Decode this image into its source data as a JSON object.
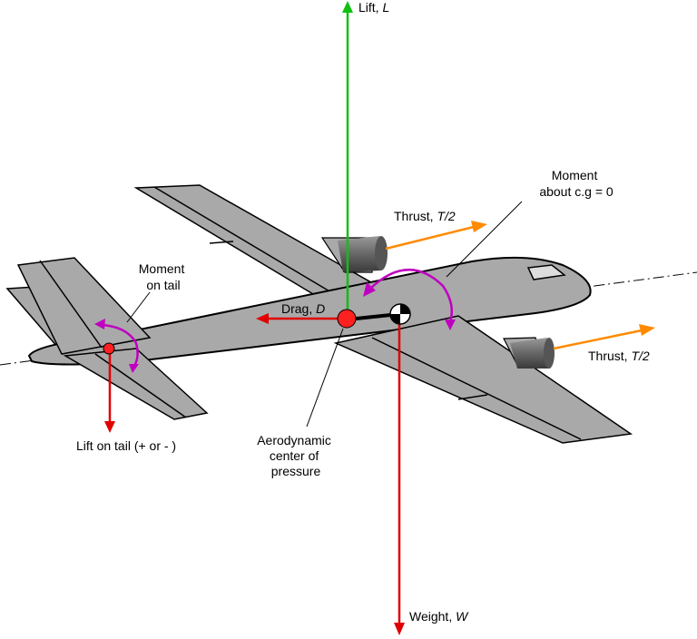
{
  "diagram": {
    "type": "forces-on-airplane",
    "colors": {
      "background": "#ffffff",
      "airframe_fill": "#a9a9a9",
      "airframe_stroke": "#000000",
      "window_fill": "#dcdcdc",
      "lift": "#10c010",
      "weight": "#e00000",
      "drag": "#e00000",
      "tail_lift": "#e00000",
      "thrust": "#ff8a00",
      "moment": "#c000c0",
      "center_of_pressure": "#ff2020",
      "leader_line": "#000000"
    },
    "labels": {
      "lift": {
        "prefix": "Lift, ",
        "symbol": "L"
      },
      "weight": {
        "prefix": "Weight, ",
        "symbol": "W"
      },
      "drag": {
        "prefix": "Drag, ",
        "symbol": "D"
      },
      "thrust_upper": {
        "prefix": "Thrust, ",
        "symbol": "T/2"
      },
      "thrust_lower": {
        "prefix": "Thrust, ",
        "symbol": "T/2"
      },
      "moment_cg": {
        "line1": "Moment",
        "line2": "about c.g = 0"
      },
      "moment_tail": {
        "line1": "Moment",
        "line2": "on tail"
      },
      "tail_lift": "Lift on tail (+ or - )",
      "center_of_pressure": {
        "line1": "Aerodynamic",
        "line2": "center of",
        "line3": "pressure"
      }
    }
  }
}
